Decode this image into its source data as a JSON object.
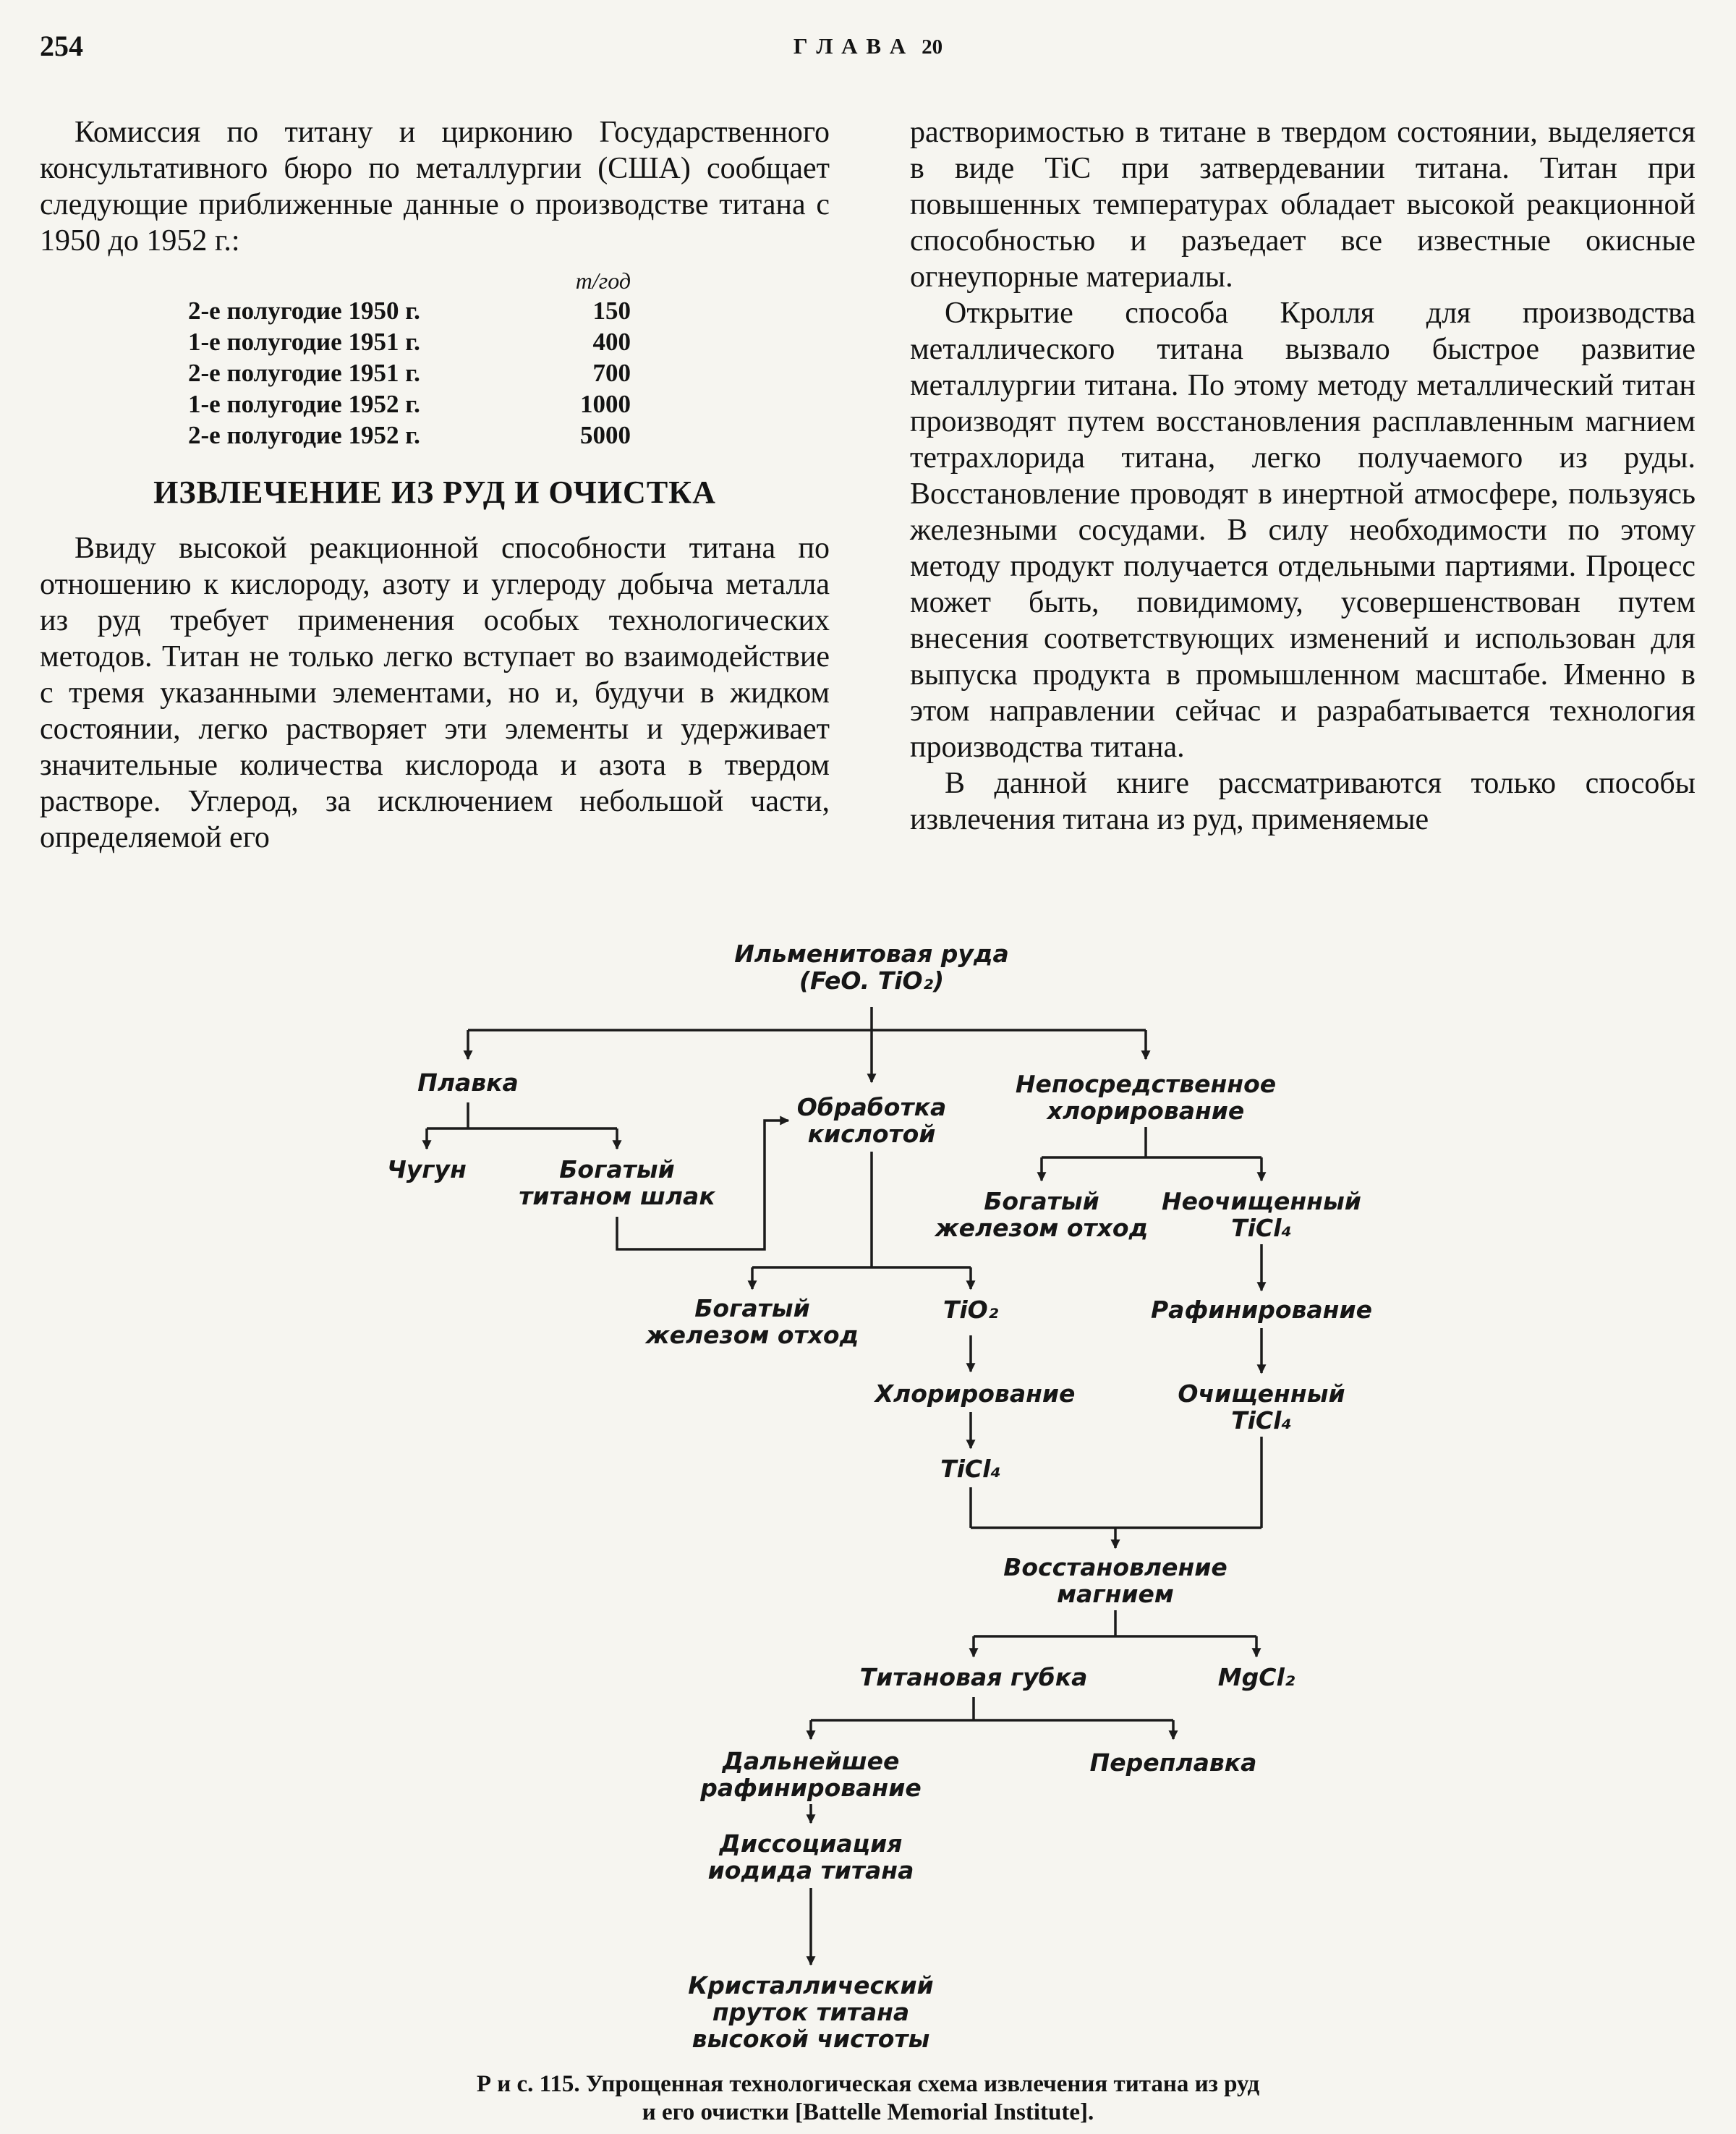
{
  "page": {
    "number": "254",
    "running_header_word": "Г Л А В А",
    "running_header_number": "20"
  },
  "left_column": {
    "intro": "Комиссия по титану и цирконию Государственного консультативного бюро по металлургии (США) сообщает следующие приближенные данные о производстве титана с 1950 до 1952 г.:",
    "production_table": {
      "unit_header": "т/год",
      "rows": [
        {
          "period": "2-е полугодие 1950 г.",
          "value": "150"
        },
        {
          "period": "1-е полугодие 1951 г.",
          "value": "400"
        },
        {
          "period": "2-е полугодие 1951 г.",
          "value": "700"
        },
        {
          "period": "1-е полугодие 1952 г.",
          "value": "1000"
        },
        {
          "period": "2-е полугодие 1952 г.",
          "value": "5000"
        }
      ]
    },
    "section_heading": "ИЗВЛЕЧЕНИЕ ИЗ РУД И ОЧИСТКА",
    "para": "Ввиду высокой реакционной способности титана по отношению к кислороду, азоту и углероду добыча металла из руд требует применения особых технологических методов. Титан не только легко вступает во взаимодействие с тремя указанными элементами, но и, будучи в жидком состоянии, легко растворяет эти элементы и удерживает значительные количества кислорода и азота в твердом растворе. Углерод, за исключением небольшой части, определяемой его"
  },
  "right_column": {
    "para1": "растворимостью в титане в твердом состоянии, выделяется в виде TiC при затвердевании титана. Титан при повышенных температурах обладает высокой реакционной способностью и разъедает все известные окисные огнеупорные материалы.",
    "para2": "Открытие способа Кролля для производства металлического титана вызвало быстрое развитие металлургии титана. По этому методу металлический титан производят путем восстановления расплавленным магнием тетрахлорида титана, легко получаемого из руды. Восстановление проводят в инертной атмосфере, пользуясь железными сосудами. В силу необходимости по этому методу продукт получается отдельными партиями. Процесс может быть, повидимому, усовершенствован путем внесения соответствующих изменений и использован для выпуска продукта в промышленном масштабе. Именно в этом направлении сейчас и разрабатывается технология производства титана.",
    "para3": "В данной книге рассматриваются только способы извлечения титана из руд, применяемые"
  },
  "flowchart": {
    "nodes": {
      "ore": "Ильменитовая руда\n(FeO. TiO₂)",
      "smelting": "Плавка",
      "pig_iron": "Чугун",
      "titanium_slag": "Богатый\nтитаном шлак",
      "acid_treatment": "Обработка\nкислотой",
      "direct_chlorination": "Непосредственное\nхлорирование",
      "iron_waste_acid": "Богатый\nжелезом отход",
      "iron_waste_chlor": "Богатый\nжелезом отход",
      "tio2": "TiO₂",
      "chlorination": "Хлорирование",
      "ticl4": "TiCl₄",
      "crude_ticl4": "Неочищенный\nTiCl₄",
      "refining": "Рафинирование",
      "purified_ticl4": "Очищенный\nTiCl₄",
      "mg_reduction": "Восстановление\nмагнием",
      "titanium_sponge": "Титановая губка",
      "mgcl2": "MgCl₂",
      "further_refining": "Дальнейшее\nрафинирование",
      "remelting": "Переплавка",
      "iodide_dissociation": "Диссоциация\nиодида титана",
      "crystal_bar": "Кристаллический\nпруток титана\nвысокой чистоты"
    },
    "caption": "Р и с.  115. Упрощенная технологическая схема  извлечения титана из руд\nи его очистки  [Battelle Memorial  Institute]."
  }
}
